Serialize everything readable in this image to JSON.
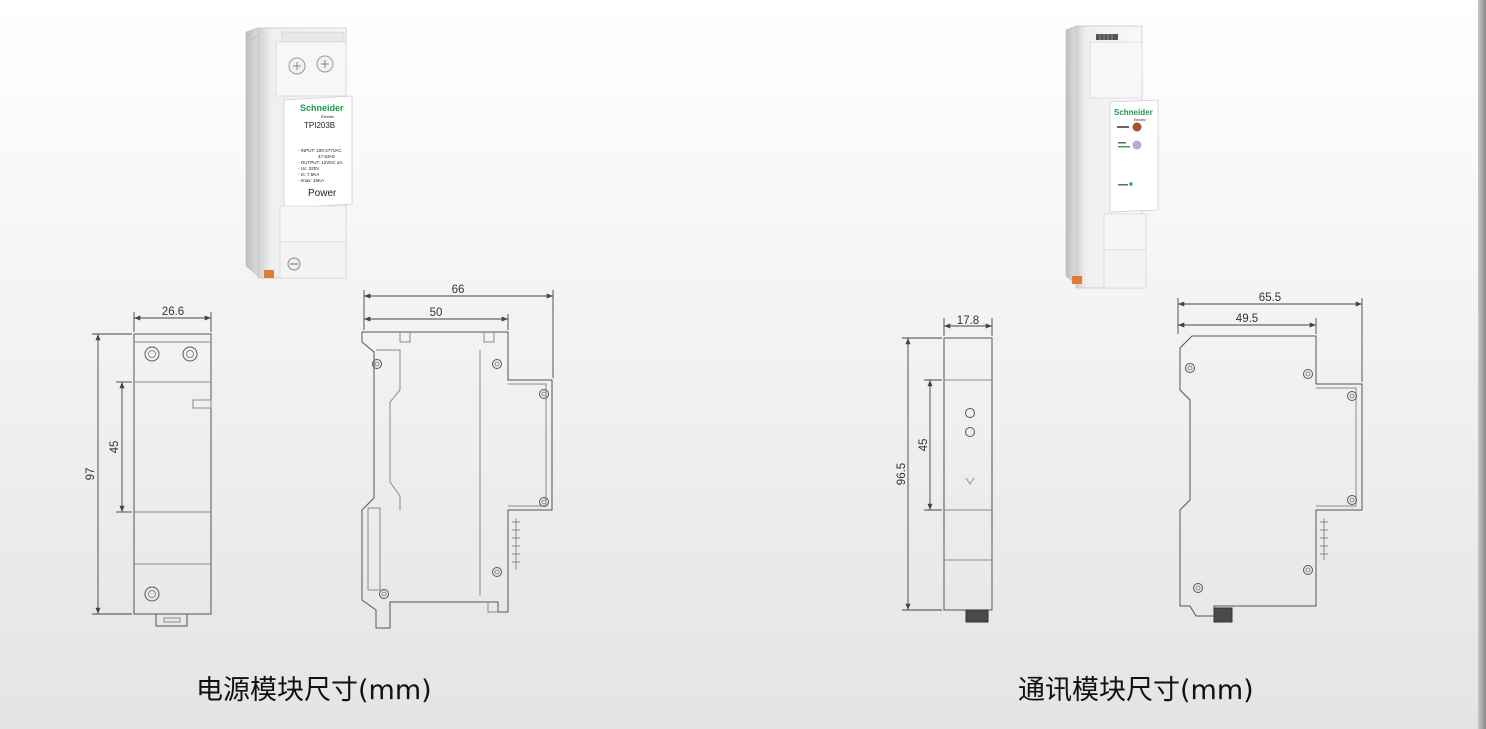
{
  "power_module": {
    "product": {
      "brand": "Schneider",
      "brand_sub": "Electric",
      "model": "TPI203B",
      "specs": [
        "- INPUT: 100-277VAC",
        "47-63Hz",
        "- OUTPUT: 12VDC 2A",
        "- Uc: 320V",
        "- In: 7.5KA",
        "- Imax: 15KA"
      ],
      "name_label": "Power"
    },
    "dims": {
      "width": "26.6",
      "height": "97",
      "middle": "45",
      "depth": "66",
      "depth_inner": "50"
    },
    "caption": "电源模块尺寸(mm)"
  },
  "comm_module": {
    "product": {
      "brand": "Schneider",
      "brand_sub": "Electric"
    },
    "dims": {
      "width": "17.8",
      "height": "96.5",
      "middle": "45",
      "depth": "65.5",
      "depth_inner": "49.5"
    },
    "caption": "通讯模块尺寸(mm)"
  },
  "colors": {
    "brand_green": "#1b9a4b",
    "terminal_orange": "#e07b39",
    "led_red": "#a4522f",
    "led_violet": "#b7a9d6"
  }
}
